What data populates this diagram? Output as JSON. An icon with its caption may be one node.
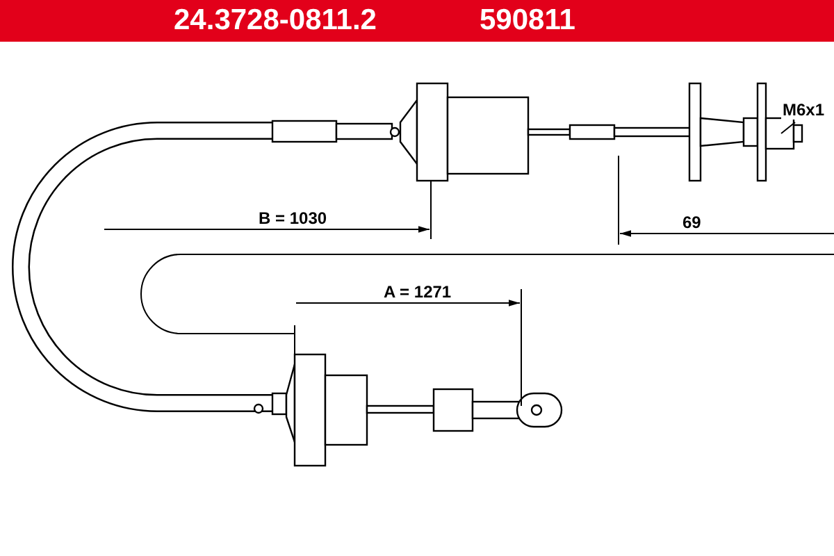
{
  "diagram": {
    "labels": [
      "24.3728-0811.2",
      "590811",
      "M6x1",
      "B = 1030",
      "69",
      "A = 1271"
    ]
  }
}
